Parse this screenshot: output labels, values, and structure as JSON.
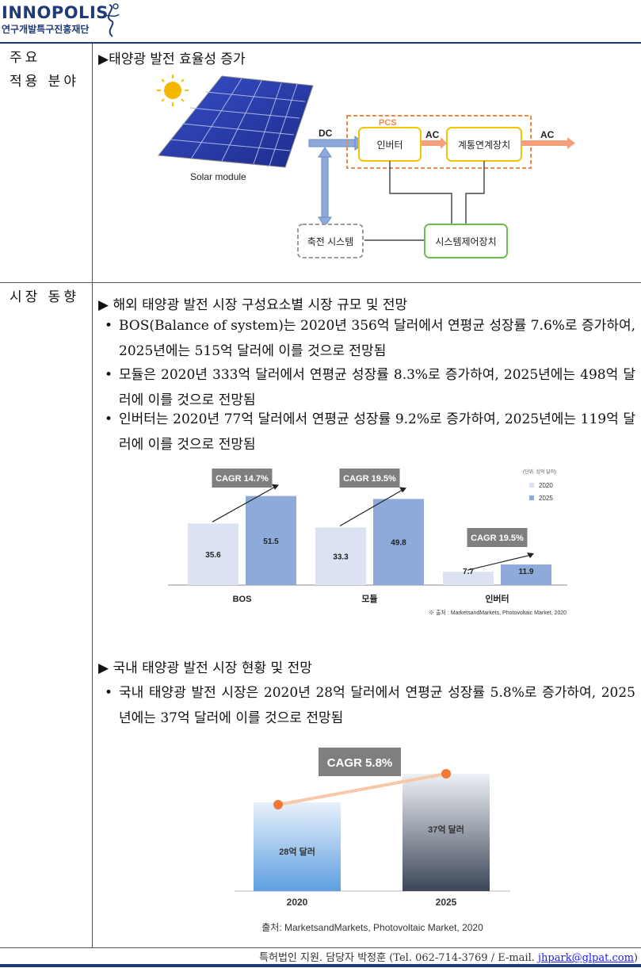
{
  "header": {
    "logo_name": "INNOPOLIS",
    "logo_org": "연구개발특구진흥재단"
  },
  "rows": {
    "application_label_1": "주요",
    "application_label_2": "적용 분야",
    "market_label": "시장 동향"
  },
  "section1": {
    "title": "▶태양광 발전 효율성 증가",
    "diagram": {
      "solar_module": "Solar module",
      "dc": "DC",
      "pcs": "PCS",
      "inverter": "인버터",
      "ac1": "AC",
      "grid": "계통연계장치",
      "ac2": "AC",
      "storage": "축전 시스템",
      "control": "시스템제어장치"
    }
  },
  "section2": {
    "title": "▶  해외 태양광 발전 시장 구성요소별 시장 규모 및 전망",
    "bullets": [
      "BOS(Balance of system)는 2020년 356억 달러에서 연평균 성장률 7.6%로 증가하여, 2025년에는 515억 달러에 이를 것으로 전망됨",
      "모듈은 2020년 333억 달러에서 연평균 성장률 8.3%로 증가하여, 2025년에는 498억 달러에 이를 것으로 전망됨",
      "인버터는 2020년 77억 달러에서 연평균 성장률 9.2%로 증가하여, 2025년에는 119억 달러에 이를 것으로 전망됨"
    ]
  },
  "section3": {
    "title": "▶  국내 태양광 발전 시장 현황 및 전망",
    "bullets": [
      "국내 태양광 발전 시장은 2020년 28억 달러에서 연평균 성장률 5.8%로 증가하여, 2025년에는 37억 달러에 이를 것으로 전망됨"
    ]
  },
  "chart_data": [
    {
      "type": "bar",
      "categories": [
        "BOS",
        "모듈",
        "인버터"
      ],
      "series": [
        {
          "name": "2020",
          "values": [
            35.6,
            33.3,
            7.7
          ],
          "color": "#dbe3f3"
        },
        {
          "name": "2025",
          "values": [
            51.5,
            49.8,
            11.9
          ],
          "color": "#8eaadb"
        }
      ],
      "cagr_labels": [
        "CAGR 14.7%",
        "CAGR 19.5%",
        "CAGR 19.5%"
      ],
      "unit_note": "(단위: 십억 달러)",
      "source": "※ 출처 : MarketsandMarkets, Photovoltaic Market, 2020",
      "ylim": [
        0,
        55
      ],
      "legend": "top-right",
      "grid": false
    },
    {
      "type": "bar",
      "categories": [
        "2020",
        "2025"
      ],
      "values": [
        28,
        37
      ],
      "value_labels": [
        "28억 달러",
        "37억 달러"
      ],
      "cagr_label": "CAGR 5.8%",
      "source": "출처: MarketsandMarkets, Photovoltaic  Market, 2020",
      "ylim": [
        0,
        40
      ],
      "grid": false
    }
  ],
  "footer": {
    "text": "특허법인 지원. 담당자 박정훈 (Tel. 062-714-3769 / E-mail. ",
    "email": "jhpark@glpat.com",
    "close": ")"
  }
}
